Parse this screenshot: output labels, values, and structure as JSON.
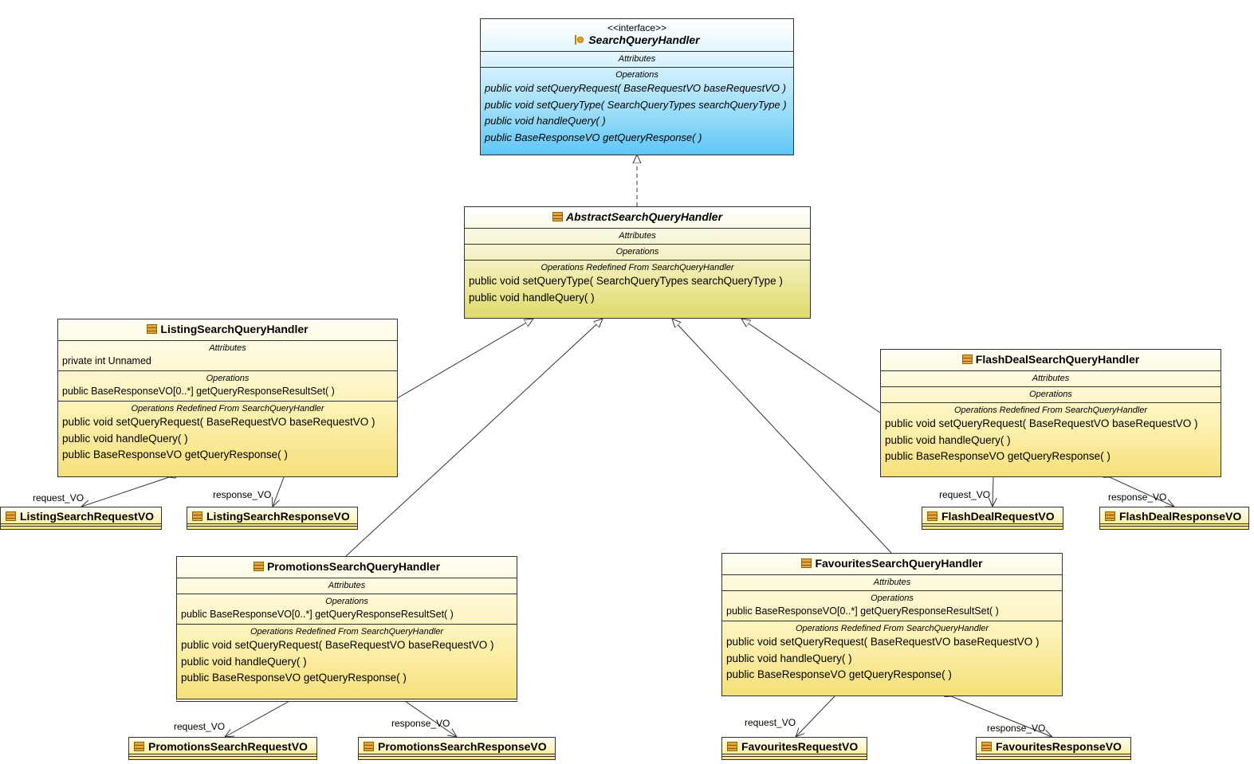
{
  "interface": {
    "stereotype": "<<interface>>",
    "name": "SearchQueryHandler",
    "attributes_label": "Attributes",
    "operations_label": "Operations",
    "operations": [
      "public void  setQueryRequest( BaseRequestVO baseRequestVO )",
      "public void  setQueryType( SearchQueryTypes searchQueryType )",
      "public void  handleQuery(  )",
      "public BaseResponseVO  getQueryResponse(  )"
    ]
  },
  "abstract_handler": {
    "name": "AbstractSearchQueryHandler",
    "attributes_label": "Attributes",
    "operations_label": "Operations",
    "redefined_label": "Operations Redefined From SearchQueryHandler",
    "redefined": [
      "public void  setQueryType( SearchQueryTypes searchQueryType )",
      "public void  handleQuery(  )"
    ]
  },
  "listing_handler": {
    "name": "ListingSearchQueryHandler",
    "attributes_label": "Attributes",
    "attributes": [
      "private int Unnamed"
    ],
    "operations_label": "Operations",
    "operations": [
      "public BaseResponseVO[0..*]  getQueryResponseResultSet(  )"
    ],
    "redefined_label": "Operations Redefined From SearchQueryHandler",
    "redefined": [
      "public void  setQueryRequest( BaseRequestVO baseRequestVO )",
      "public void  handleQuery(  )",
      "public BaseResponseVO  getQueryResponse(  )"
    ]
  },
  "flashdeal_handler": {
    "name": "FlashDealSearchQueryHandler",
    "attributes_label": "Attributes",
    "operations_label": "Operations",
    "redefined_label": "Operations Redefined From SearchQueryHandler",
    "redefined": [
      "public void  setQueryRequest( BaseRequestVO baseRequestVO )",
      "public void  handleQuery(  )",
      "public BaseResponseVO  getQueryResponse(  )"
    ]
  },
  "promotions_handler": {
    "name": "PromotionsSearchQueryHandler",
    "attributes_label": "Attributes",
    "operations_label": "Operations",
    "operations": [
      "public BaseResponseVO[0..*]  getQueryResponseResultSet(  )"
    ],
    "redefined_label": "Operations Redefined From SearchQueryHandler",
    "redefined": [
      "public void  setQueryRequest( BaseRequestVO baseRequestVO )",
      "public void  handleQuery(  )",
      "public BaseResponseVO  getQueryResponse(  )"
    ]
  },
  "favourites_handler": {
    "name": "FavouritesSearchQueryHandler",
    "attributes_label": "Attributes",
    "operations_label": "Operations",
    "operations": [
      "public BaseResponseVO[0..*]  getQueryResponseResultSet(  )"
    ],
    "redefined_label": "Operations Redefined From SearchQueryHandler",
    "redefined": [
      "public void  setQueryRequest( BaseRequestVO baseRequestVO )",
      "public void  handleQuery(  )",
      "public BaseResponseVO  getQueryResponse(  )"
    ]
  },
  "value_objects": {
    "listing_request": "ListingSearchRequestVO",
    "listing_response": "ListingSearchResponseVO",
    "flash_request": "FlashDealRequestVO",
    "flash_response": "FlashDealResponseVO",
    "promo_request": "PromotionsSearchRequestVO",
    "promo_response": "PromotionsSearchResponseVO",
    "fav_request": "FavouritesRequestVO",
    "fav_response": "FavouritesResponseVO"
  },
  "roles": {
    "request": "request_VO",
    "response": "response_VO"
  }
}
